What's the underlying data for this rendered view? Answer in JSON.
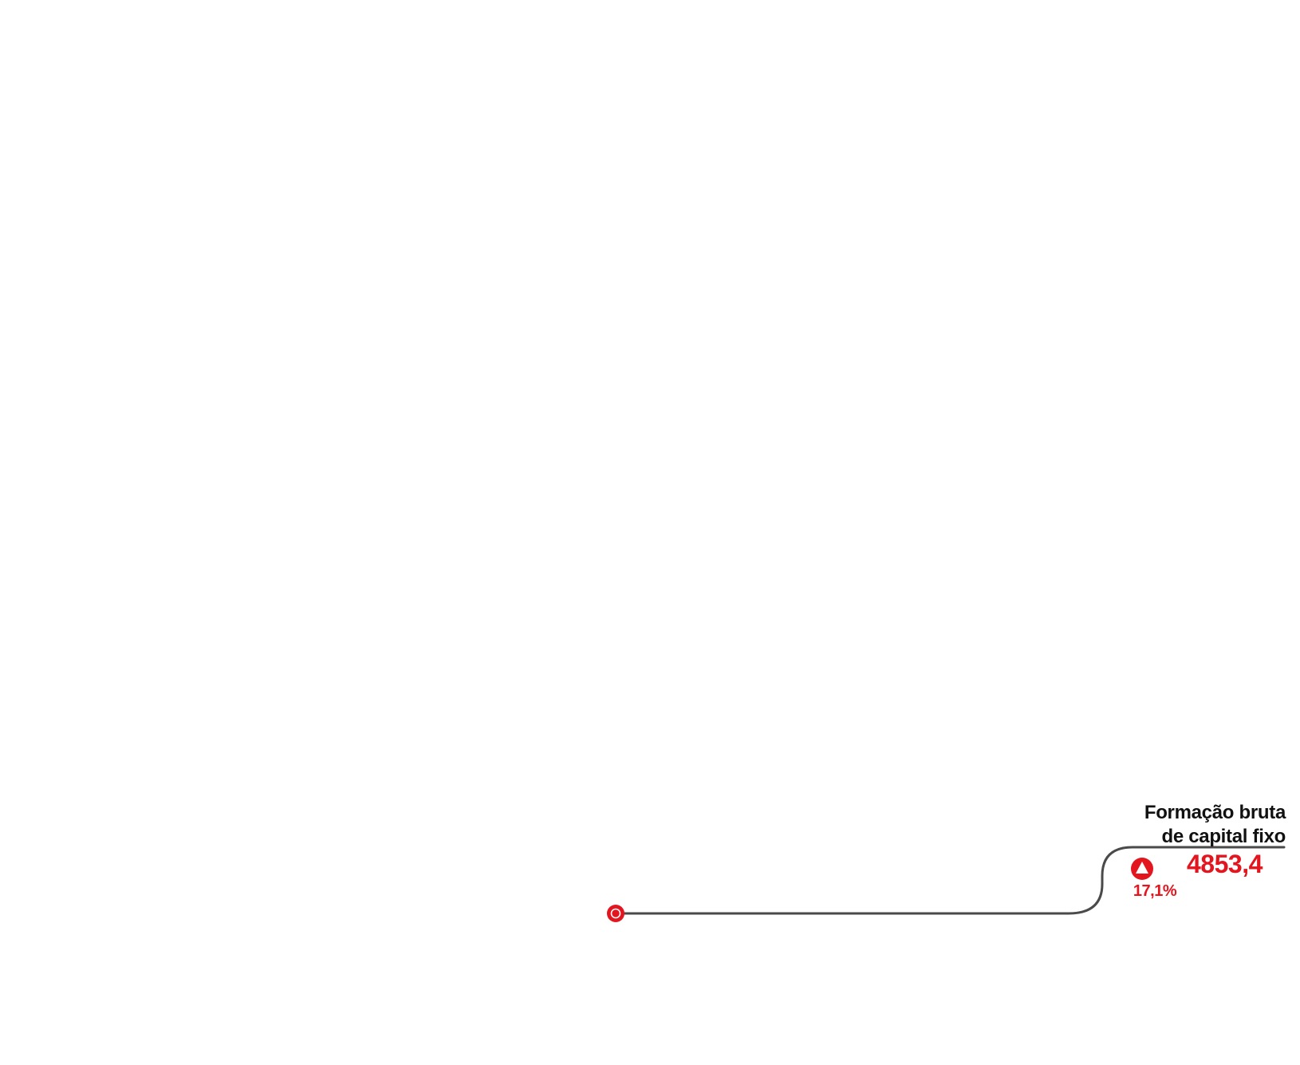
{
  "flow": {
    "label_line1": "Formação bruta",
    "label_line2": "de capital fixo",
    "value": "4853,4",
    "change": "17,1%",
    "change_direction": "up",
    "change_icon": "triangle-up-icon",
    "start_marker_icon": "ring-dot-icon"
  },
  "colors": {
    "accent": "#e3161f",
    "line": "#4a4a4a",
    "text": "#111111"
  }
}
